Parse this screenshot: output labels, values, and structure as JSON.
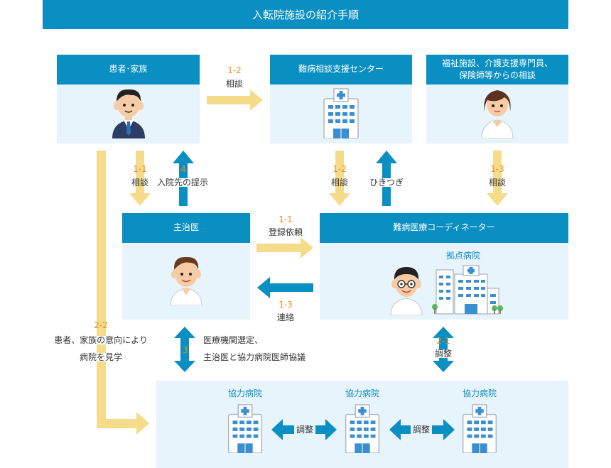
{
  "title": "入転院施設の紹介手順",
  "boxes": {
    "patient": {
      "label": "患者･家族"
    },
    "center": {
      "label": "難病相談支援センター"
    },
    "welfare": {
      "line1": "福祉施設、介護支援専門員、",
      "line2": "保険師等からの相談"
    },
    "doctor": {
      "label": "主治医"
    },
    "coordinator": {
      "label": "難病医療コーディネーター",
      "hub": "拠点病院"
    },
    "coop": {
      "hospitals": [
        "協力病院",
        "協力病院",
        "協力病院"
      ]
    }
  },
  "flows": {
    "f12_top": {
      "num": "1-2",
      "label": "相談"
    },
    "f11_down": {
      "num": "1-1",
      "label": "相談"
    },
    "f4_up": {
      "num": "4",
      "label": "入院先の提示"
    },
    "f12_down": {
      "num": "1-2",
      "label": "相談"
    },
    "f_up_center": {
      "label": "ひきつぎ"
    },
    "f13_down": {
      "num": "1-3",
      "label": "相談"
    },
    "f11_right": {
      "num": "1-1",
      "label": "登録依頼"
    },
    "f13_left": {
      "num": "1-3",
      "label": "連絡"
    },
    "f22": {
      "num": "2-2",
      "line1": "患者、家族の意向により",
      "line2": "病院を見学"
    },
    "f3": {
      "num": "3",
      "line1": "医療機関選定、",
      "line2": "主治医と協力病院医師協議"
    },
    "f21": {
      "num": "2-1",
      "label": "調整"
    },
    "coord1": {
      "label": "調整"
    },
    "coord2": {
      "label": "調整"
    }
  },
  "colors": {
    "primary": "#0a8fc2",
    "light_bg": "#e8f4fb",
    "arrow_yellow": "#f5dc8a",
    "arrow_blue": "#0a8fc2",
    "number_orange": "#f08a1c"
  },
  "icons": [
    "patient-man-icon",
    "hospital-icon",
    "care-worker-woman-icon",
    "doctor-man-icon",
    "coordinator-glasses-icon",
    "hub-hospital-icon"
  ]
}
